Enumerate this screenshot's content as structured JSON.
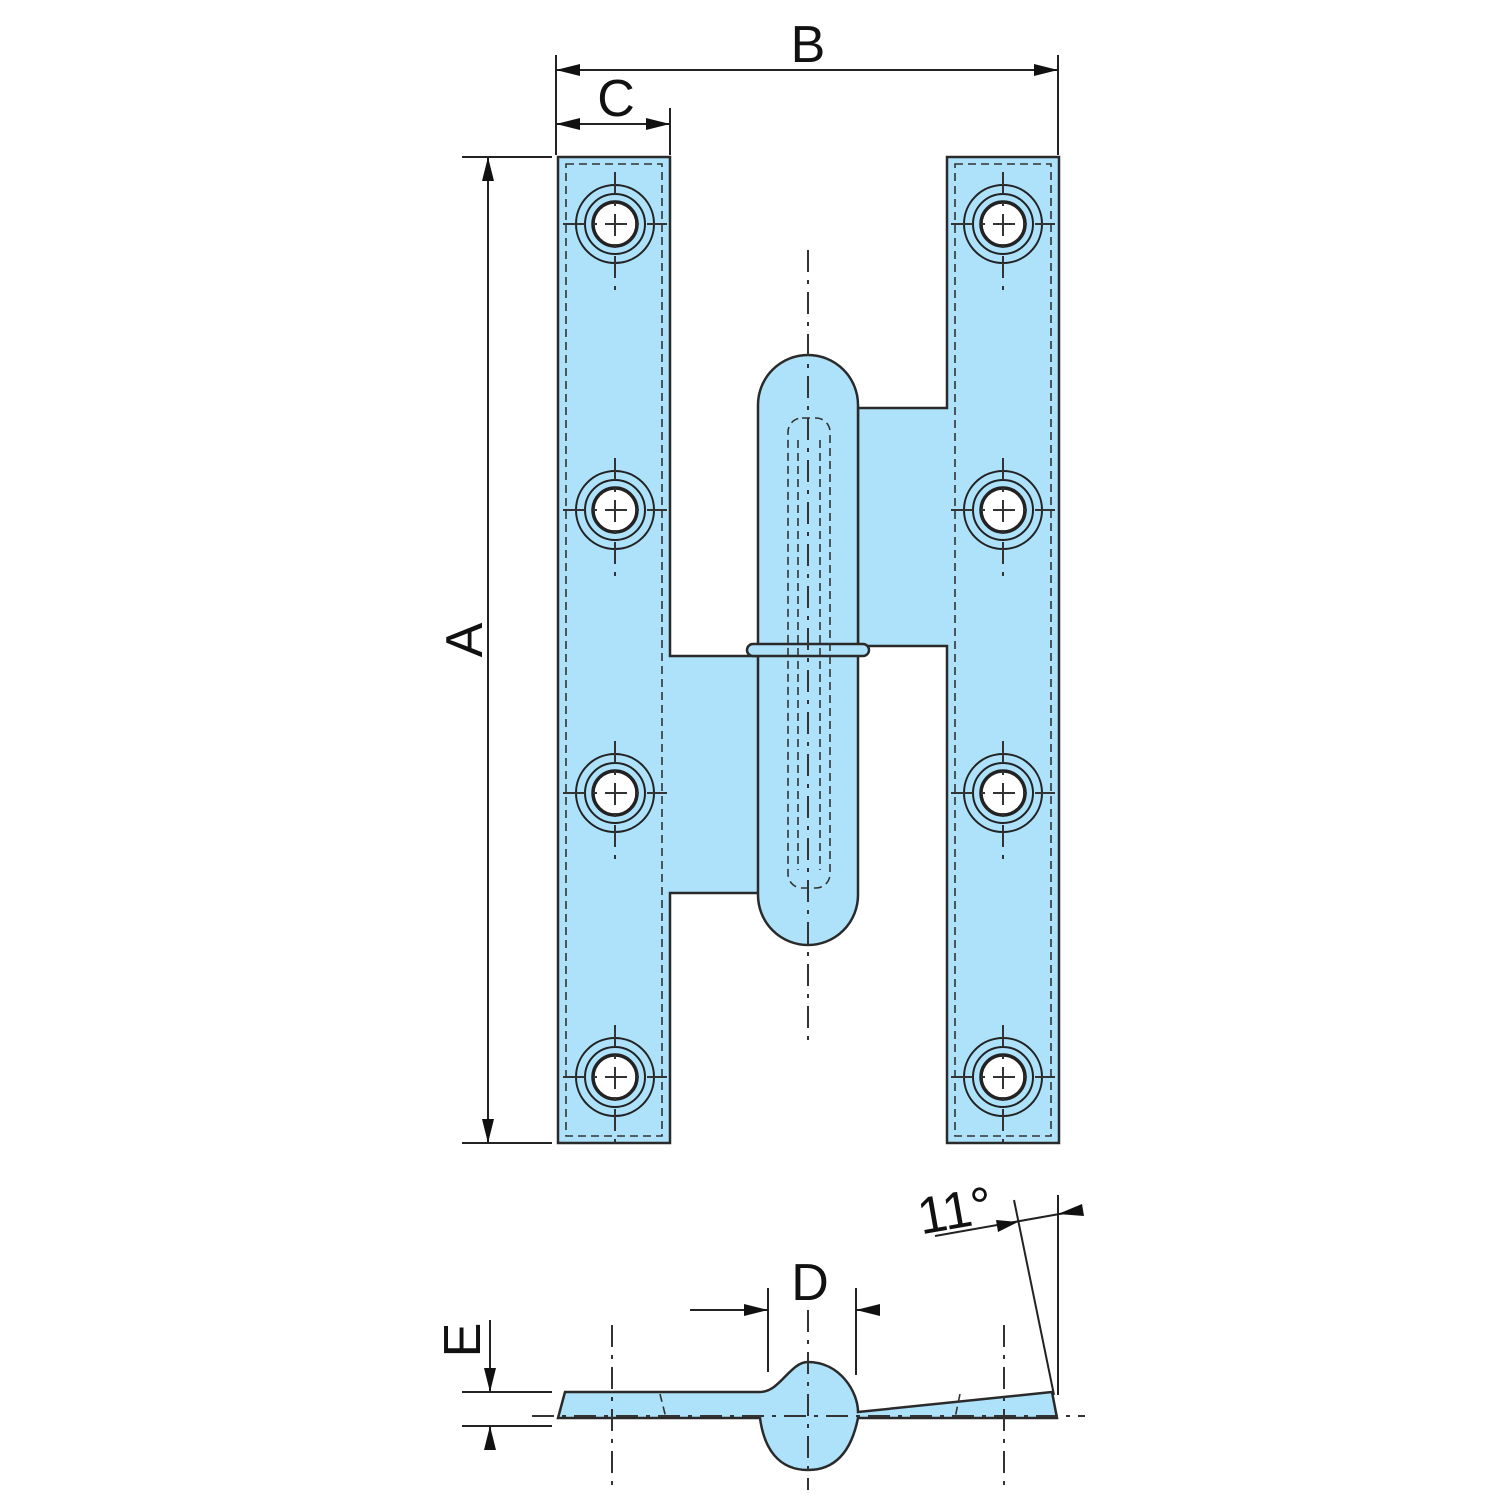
{
  "labels": {
    "a": "A",
    "b": "B",
    "c": "C",
    "d": "D",
    "e": "E",
    "angle": "11°"
  },
  "colors": {
    "part_fill": "#ade2fa",
    "outline": "#2a2a2a"
  },
  "holes_per_leaf": 4
}
